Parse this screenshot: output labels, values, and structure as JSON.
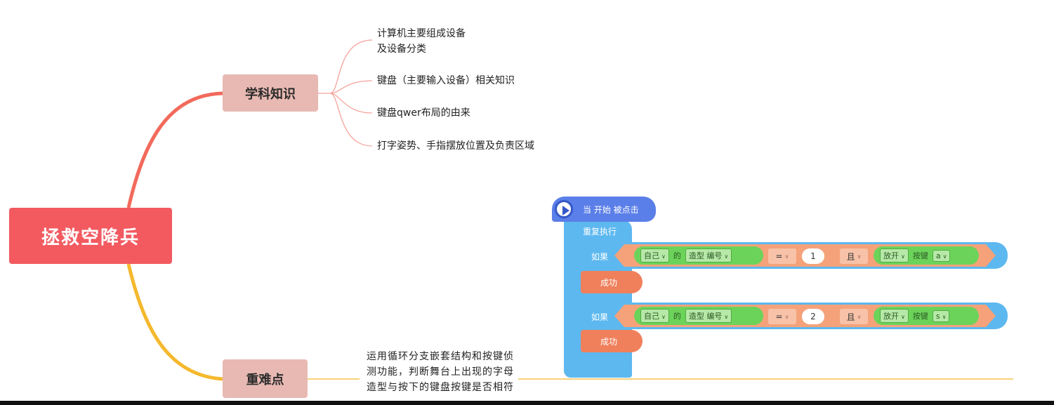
{
  "root": {
    "title": "拯救空降兵"
  },
  "topics": [
    {
      "label": "学科知识"
    },
    {
      "label": "重难点"
    }
  ],
  "knowledge_items": [
    "计算机主要组成设备\n及设备分类",
    "键盘（主要输入设备）相关知识",
    "键盘qwer布局的由来",
    "打字姿势、手指摆放位置及负责区域"
  ],
  "difficulty_text": "运用循环分支嵌套结构和按键侦测功能，判断舞台上出现的字母造型与按下的键盘按键是否相符",
  "code": {
    "hat_label": "当 开始 被点击",
    "loop_label": "重复执行",
    "if_blocks": [
      {
        "if_label": "如果",
        "sprite": "自己",
        "of": "的",
        "property": "造型 编号",
        "op": "=",
        "value": "1",
        "and": "且",
        "key_state": "放开",
        "key_word": "按键",
        "key": "a",
        "action": "成功"
      },
      {
        "if_label": "如果",
        "sprite": "自己",
        "of": "的",
        "property": "造型 编号",
        "op": "=",
        "value": "2",
        "and": "且",
        "key_state": "放开",
        "key_word": "按键",
        "key": "s",
        "action": "成功"
      }
    ]
  },
  "colors": {
    "root": "#f25a60",
    "topic": "#e8b9b3",
    "branch_top": "#f26a5c",
    "branch_bottom": "#f5b82e",
    "leaf_connector": "#f5a39c",
    "hat": "#5b7fe8",
    "loop": "#5db8ef",
    "condition": "#f5a27a",
    "sensing": "#6cd35a",
    "action": "#f0805c"
  }
}
